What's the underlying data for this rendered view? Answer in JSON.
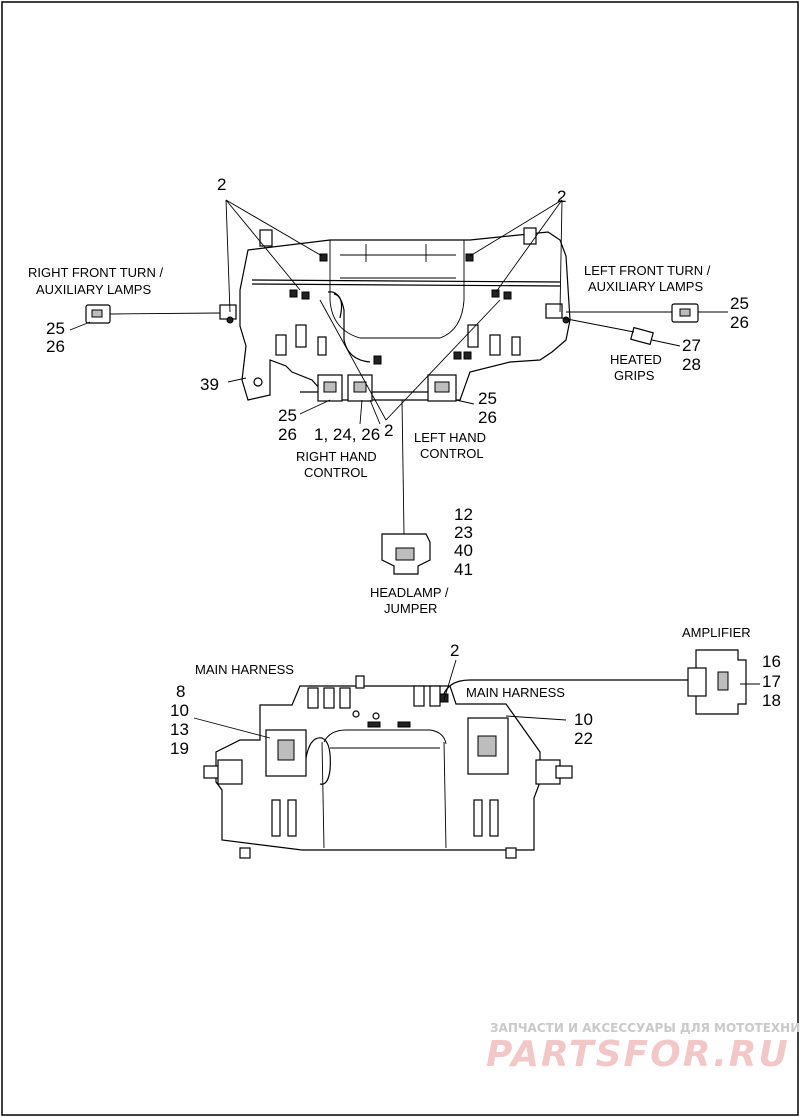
{
  "labels": {
    "right_front": [
      "RIGHT FRONT TURN /",
      "AUXILIARY LAMPS"
    ],
    "left_front": [
      "LEFT FRONT TURN /",
      "AUXILIARY LAMPS"
    ],
    "heated_grips": [
      "HEATED",
      "GRIPS"
    ],
    "right_hand_control": [
      "RIGHT HAND",
      "CONTROL"
    ],
    "left_hand_control": [
      "LEFT HAND",
      "CONTROL"
    ],
    "headlamp": [
      "HEADLAMP /",
      "JUMPER"
    ],
    "main_harness_left": "MAIN HARNESS",
    "main_harness_right": "MAIN HARNESS",
    "amplifier": "AMPLIFIER"
  },
  "callouts": {
    "c2_top_left": "2",
    "c2_top_right": "2",
    "c25_right": "25",
    "c26_right": "26",
    "c25_left": "25",
    "c26_left": "26",
    "c27": "27",
    "c28": "28",
    "c39": "39",
    "c25_rhc": "25",
    "c26_rhc": "26",
    "c1_24_26": "1, 24, 26",
    "c2_center": "2",
    "c25_lhc": "25",
    "c26_lhc": "26",
    "c12": "12",
    "c23": "23",
    "c40": "40",
    "c41": "41",
    "c2_lower": "2",
    "c8": "8",
    "c10_left": "10",
    "c13": "13",
    "c19": "19",
    "c10_right": "10",
    "c22": "22",
    "c16": "16",
    "c17": "17",
    "c18": "18"
  },
  "watermark": {
    "line1": "ЗАПЧАСТИ И АКСЕССУАРЫ ДЛЯ МОТОТЕХНИКИ",
    "line2": "PARTSFOR.RU"
  }
}
